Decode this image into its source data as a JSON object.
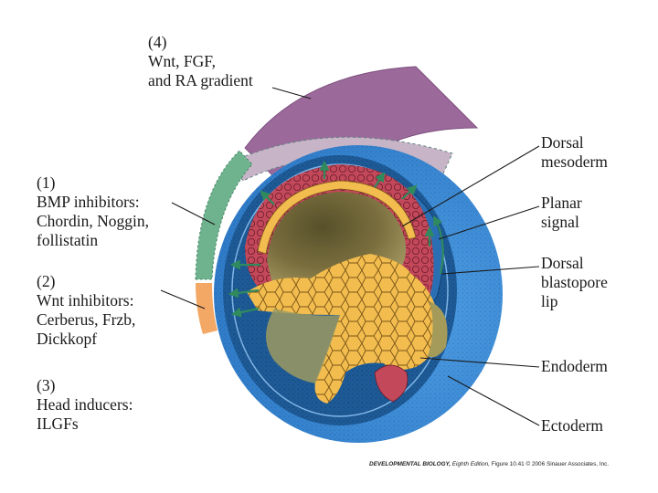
{
  "labels": {
    "wnt_fgf_ra": "(4)\nWnt, FGF,\nand RA gradient",
    "bmp_inhibitors": "(1)\nBMP inhibitors:\nChordin, Noggin,\nfollistatin",
    "wnt_inhibitors": "(2)\nWnt inhibitors:\nCerberus, Frzb,\nDickkopf",
    "head_inducers": "(3)\nHead inducers:\nILGFs",
    "dorsal_mesoderm": "Dorsal\nmesoderm",
    "planar_signal": "Planar\nsignal",
    "dorsal_blastopore_lip": "Dorsal\nblastopore\nlip",
    "endoderm": "Endoderm",
    "ectoderm": "Ectoderm"
  },
  "caption": {
    "book": "DEVELOPMENTAL BIOLOGY,",
    "edition": "Eighth Edition,",
    "figure": "Figure 10.41",
    "copyright": "© 2006 Sinauer Associates, Inc."
  },
  "colors": {
    "ectoderm_outer": "#3a8ad6",
    "ectoderm_dark": "#1d5a96",
    "mesoderm_red": "#c2485a",
    "endoderm_yellow": "#f2bd4e",
    "blastocoel": "#6e6438",
    "gradient_purple": "#9b6a9b",
    "bmp_green": "#6fb38e",
    "wnt_orange": "#f3a866",
    "arrow_green": "#2f8a5e"
  }
}
